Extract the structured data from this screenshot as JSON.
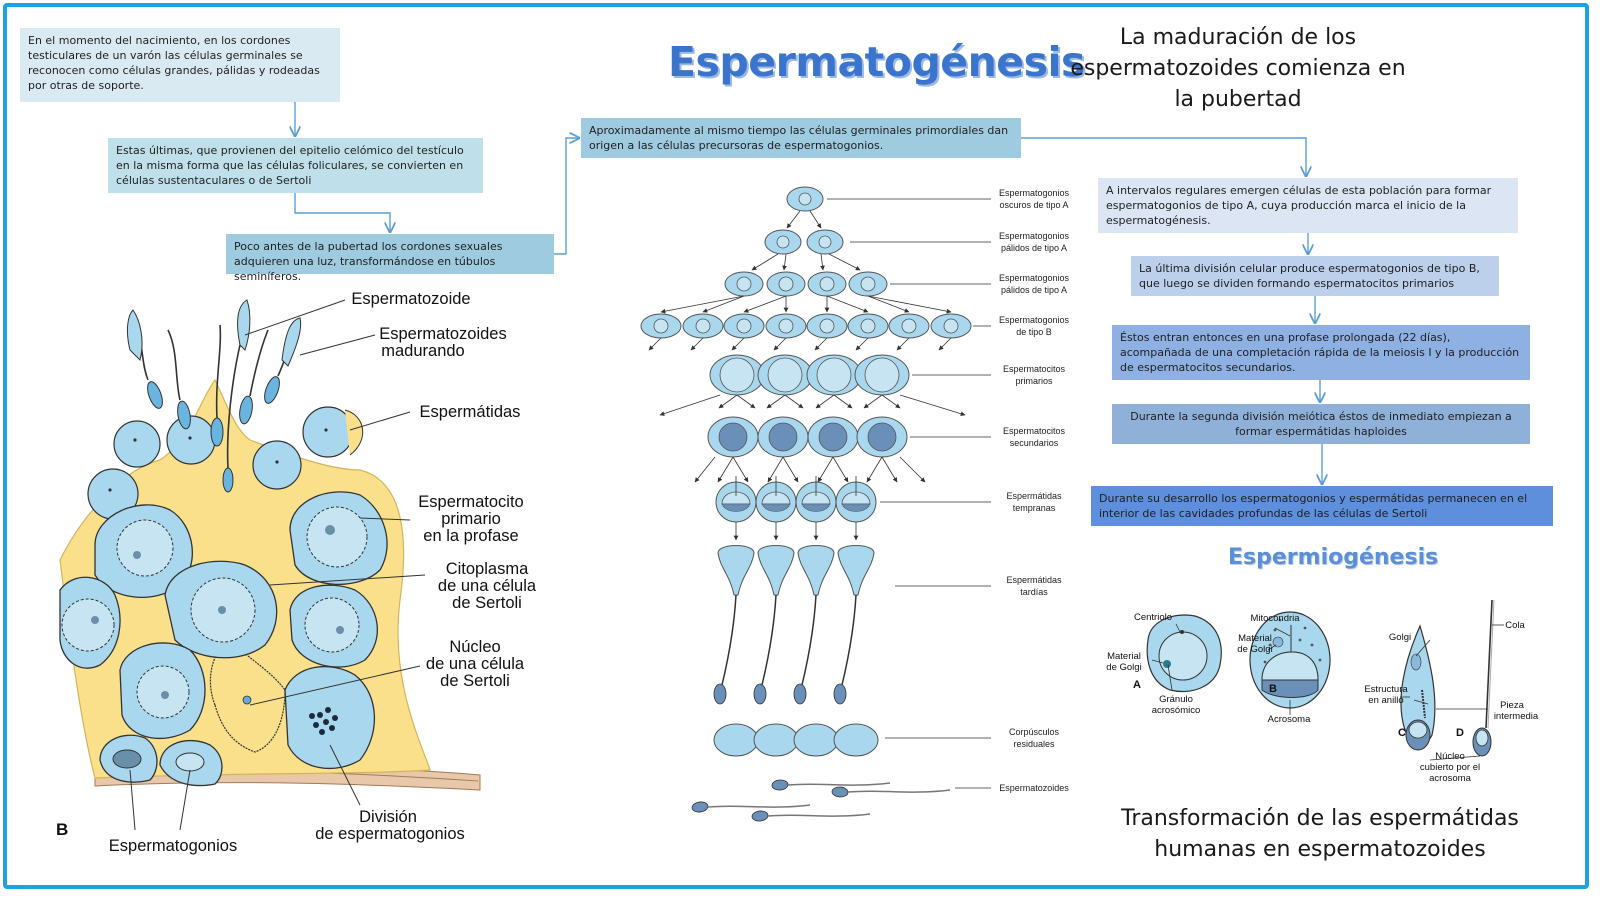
{
  "title": "Espermatogénesis",
  "subtitle": "Espermiogénesis",
  "intro_top_right": "La maduración de los espermatozoides comienza en la pubertad",
  "bottom_right_caption": "Transformación de las espermátidas humanas en espermatozoides",
  "left_flow": [
    "En el momento del nacimiento, en los cordones testiculares de un varón las células germinales se reconocen como células grandes, pálidas y rodeadas por otras de soporte.",
    "Estas últimas, que provienen del epitelio celómico del testículo en la misma forma que las células foliculares, se convierten en células sustentaculares o de Sertoli",
    "Poco antes de la pubertad los cordones sexuales adquieren una luz, transformándose en túbulos seminíferos."
  ],
  "center_flow": "Aproximadamente al mismo tiempo las células germinales primordiales dan origen a las células precursoras de espermatogonios.",
  "right_flow": [
    "A intervalos regulares emergen células de esta población para formar espermatogonios de tipo A, cuya producción marca el inicio de la espermatogénesis.",
    "La última división celular produce espermatogonios de tipo B, que luego se dividen formando espermatocitos primarios",
    "Éstos entran entonces en una profase prolongada (22 días), acompañada de una completación rápida de la meiosis I y la producción de espermatocitos secundarios.",
    "Durante la segunda división meiótica éstos de inmediato empiezan a formar espermátidas haploides",
    "Durante su desarrollo los espermatogonios y espermátidas permanecen en el interior de las cavidades profundas de las células de Sertoli"
  ],
  "sertoli_labels": {
    "espermatozoide": "Espermatozoide",
    "madurando": [
      "Espermatozoides",
      "madurando"
    ],
    "espermatidas": "Espermátidas",
    "espermatocito": [
      "Espermatocito",
      "primario",
      "en la profase"
    ],
    "citoplasma": [
      "Citoplasma",
      "de una célula",
      "de Sertoli"
    ],
    "nucleo": [
      "Núcleo",
      "de una célula",
      "de Sertoli"
    ],
    "division": [
      "División",
      "de espermatogonios"
    ],
    "espermatogonios": "Espermatogonios",
    "panel_letter": "B"
  },
  "stage_labels": [
    [
      "Espermatogonios",
      "oscuros de tipo A"
    ],
    [
      "Espermatogonios",
      "pálidos de tipo A"
    ],
    [
      "Espermatogonios",
      "pálidos de tipo A"
    ],
    [
      "Espermatogonios",
      "de tipo B"
    ],
    [
      "Espermatocitos",
      "primarios"
    ],
    [
      "Espermatocitos",
      "secundarios"
    ],
    [
      "Espermátidas",
      "tempranas"
    ],
    [
      "Espermátidas",
      "tardías"
    ],
    [
      "Corpúsculos",
      "residuales"
    ],
    [
      "Espermatozoides"
    ]
  ],
  "spermiogenesis_labels": {
    "centriolo": "Centriolo",
    "material_golgi_a": [
      "Material",
      "de Golgi"
    ],
    "granulo": [
      "Gránulo",
      "acrosómico"
    ],
    "letter_a": "A",
    "mitocondria": "Mitocondria",
    "material_golgi_b": [
      "Material",
      "de Golgi"
    ],
    "letter_b": "B",
    "acrosoma": "Acrosoma",
    "golgi": "Golgi",
    "estructura": [
      "Estructura",
      "en anillo"
    ],
    "letter_c": "C",
    "letter_d": "D",
    "nucleo": [
      "Núcleo",
      "cubierto por el",
      "acrosoma"
    ],
    "cola": "Cola",
    "pieza": [
      "Pieza",
      "intermedia"
    ]
  },
  "colors": {
    "border": "#1aa3e0",
    "title": "#3a74cc",
    "cell": "#a9d8ee",
    "sertoli": "#fbe08c",
    "box1": "#daeaf3",
    "box2": "#bfe0ea",
    "box3": "#9ecbe0",
    "rbox1": "#dbe5f4",
    "rbox2": "#bccfeb",
    "rbox3": "#8eb0e2",
    "rbox4": "#8fb0d8",
    "rbox5": "#5d8fdc"
  }
}
